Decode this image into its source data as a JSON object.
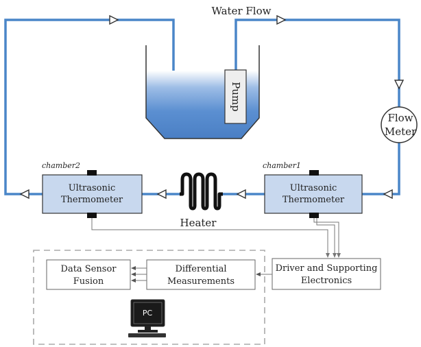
{
  "labels": {
    "water_flow": "Water Flow",
    "pump": "Pump",
    "flow_meter_line1": "Flow",
    "flow_meter_line2": "Meter",
    "chamber1": "chamber1",
    "chamber2": "chamber2",
    "thermometer_line1": "Ultrasonic",
    "thermometer_line2": "Thermometer",
    "heater": "Heater",
    "data_sensor_line1": "Data Sensor",
    "data_sensor_line2": "Fusion",
    "differential_line1": "Differential",
    "differential_line2": "Measurements",
    "driver_line1": "Driver and Supporting",
    "driver_line2": "Electronics",
    "pc": "PC"
  },
  "colors": {
    "pipe": "#4a86c8",
    "water": "#5b8fd1",
    "thermometer_fill": "#c8d8ee",
    "pc_screen": "#1a1a1a"
  }
}
